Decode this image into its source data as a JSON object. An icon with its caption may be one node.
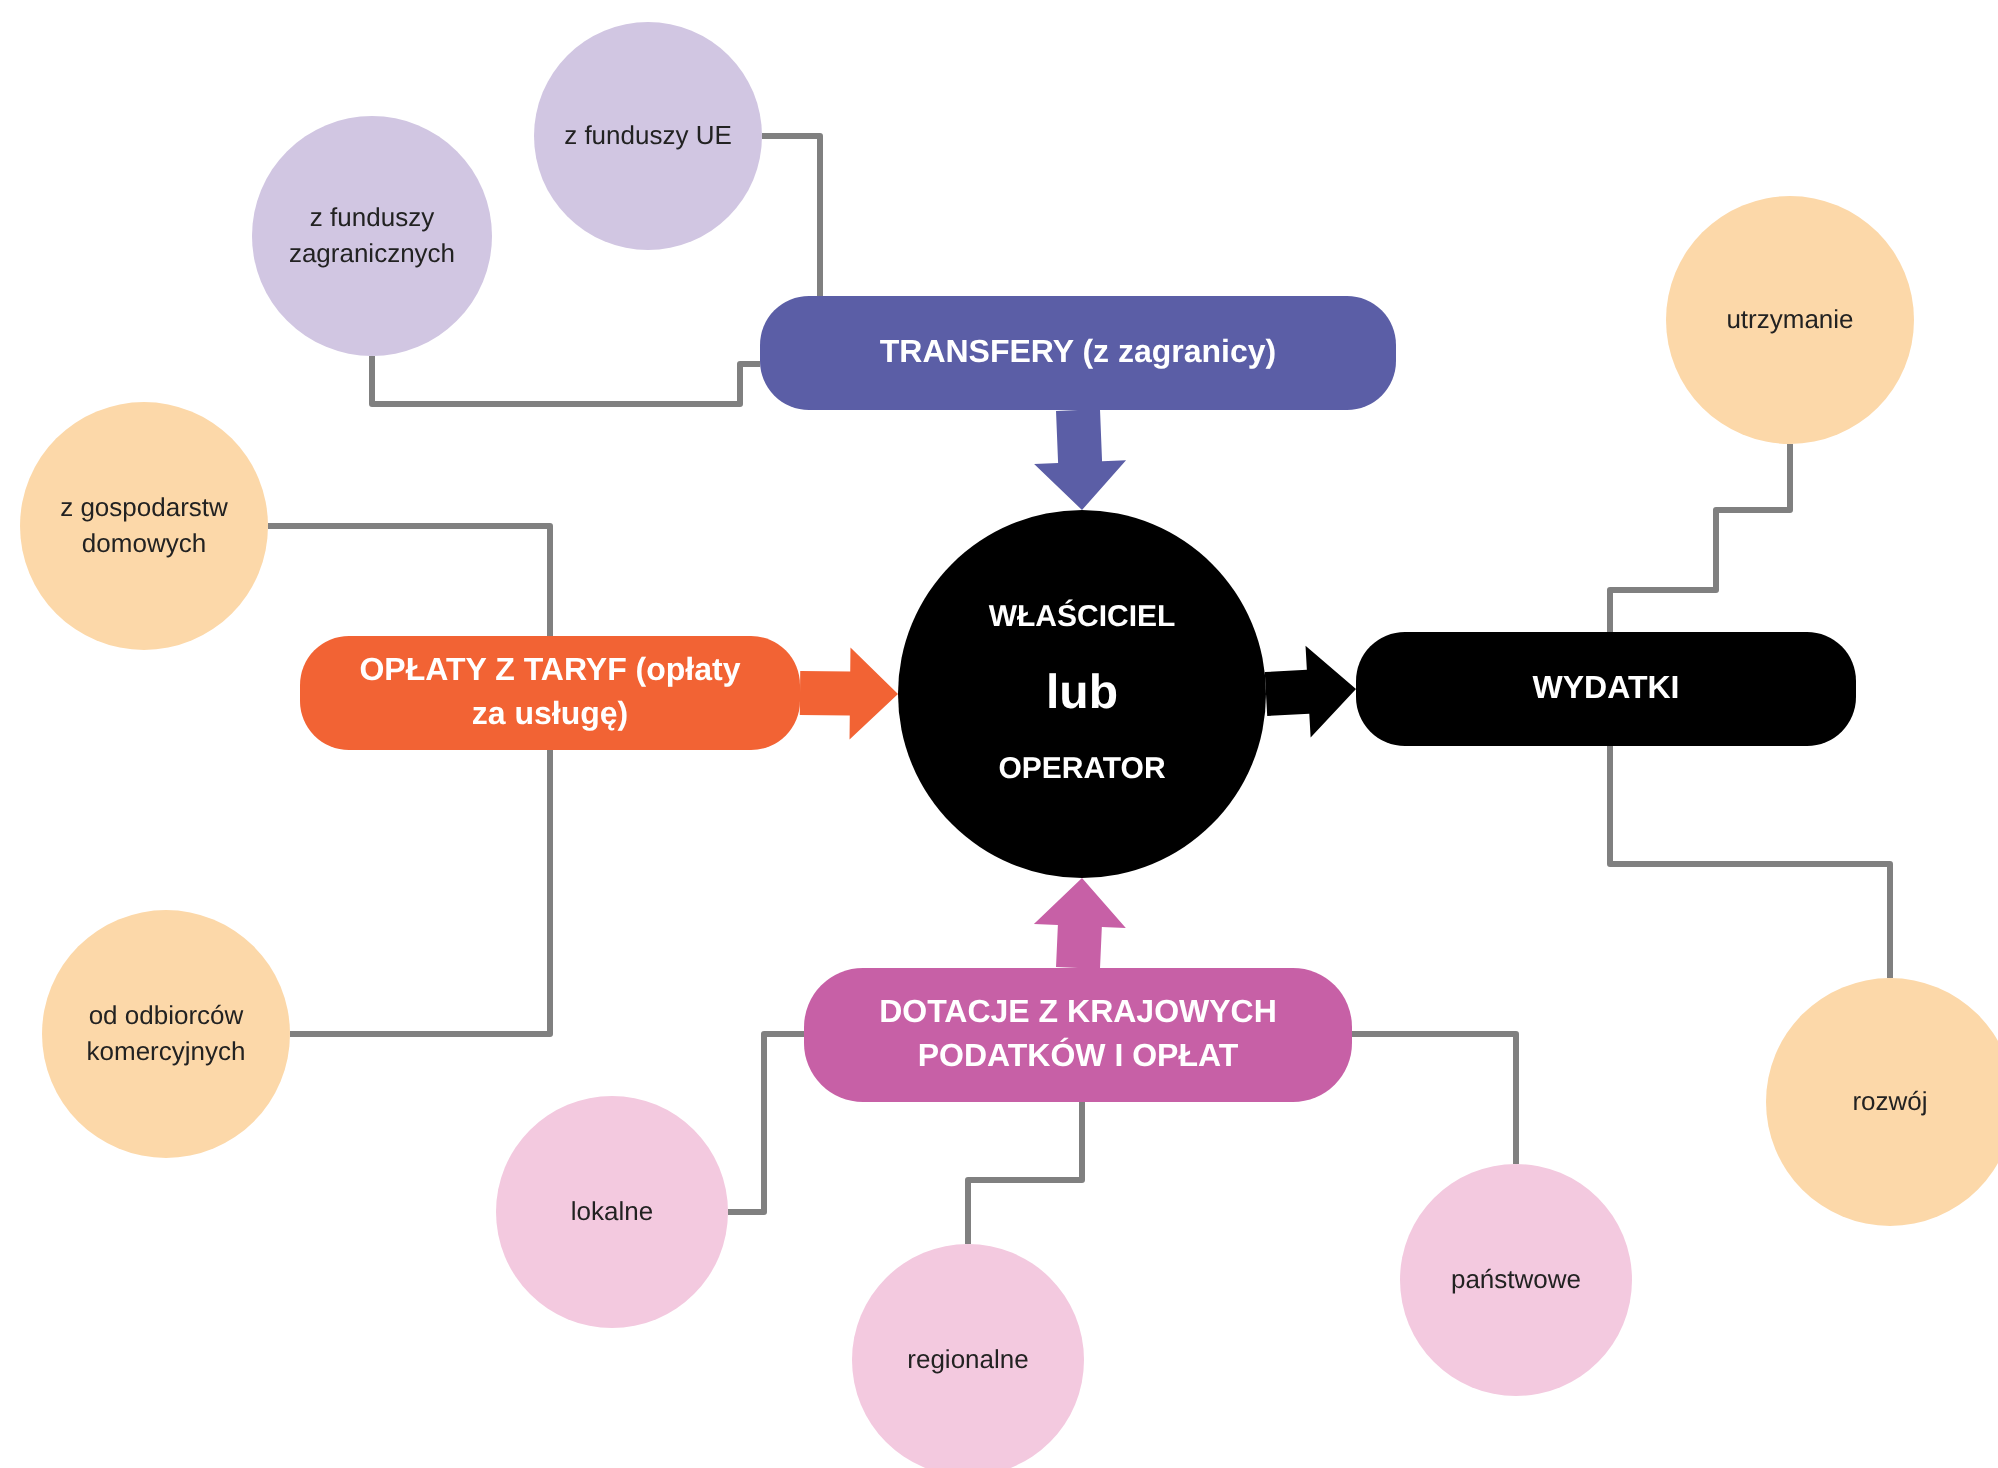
{
  "diagram": {
    "nodes": [
      {
        "text": [
          "WŁAŚCICIEL",
          "lub",
          "OPERATOR"
        ]
      },
      {
        "text": [
          "TRANSFERY (z zagranicy)"
        ]
      },
      {
        "text": [
          "z funduszy zagranicznych"
        ]
      },
      {
        "text": [
          "z funduszy UE"
        ]
      },
      {
        "text": [
          "OPŁATY Z TARYF (opłaty za usługę)"
        ]
      },
      {
        "text": [
          "z gospodarstw domowych"
        ]
      },
      {
        "text": [
          "od odbiorców komercyjnych"
        ]
      },
      {
        "text": [
          "WYDATKI"
        ]
      },
      {
        "text": [
          "utrzymanie"
        ]
      },
      {
        "text": [
          "rozwój"
        ]
      },
      {
        "text": [
          "DOTACJE Z KRAJOWYCH PODATKÓW I OPŁAT"
        ]
      },
      {
        "text": [
          "lokalne"
        ]
      },
      {
        "text": [
          "regionalne"
        ]
      },
      {
        "text": [
          "państwowe"
        ]
      }
    ],
    "edges": [
      {
        "from": 1,
        "to": 0,
        "arrow": "to",
        "style": "thick",
        "color": "#5b5ea6"
      },
      {
        "from": 4,
        "to": 0,
        "arrow": "to",
        "style": "thick",
        "color": "#f26334"
      },
      {
        "from": 10,
        "to": 0,
        "arrow": "to",
        "style": "thick",
        "color": "#c760a6"
      },
      {
        "from": 0,
        "to": 7,
        "arrow": "to",
        "style": "thick",
        "color": "#000000"
      },
      {
        "from": 2,
        "to": 1,
        "arrow": "none"
      },
      {
        "from": 3,
        "to": 1,
        "arrow": "none"
      },
      {
        "from": 5,
        "to": 4,
        "arrow": "none"
      },
      {
        "from": 6,
        "to": 4,
        "arrow": "none"
      },
      {
        "from": 8,
        "to": 7,
        "arrow": "none"
      },
      {
        "from": 9,
        "to": 7,
        "arrow": "none"
      },
      {
        "from": 11,
        "to": 10,
        "arrow": "none"
      },
      {
        "from": 12,
        "to": 10,
        "arrow": "none"
      },
      {
        "from": 13,
        "to": 10,
        "arrow": "none"
      }
    ]
  }
}
